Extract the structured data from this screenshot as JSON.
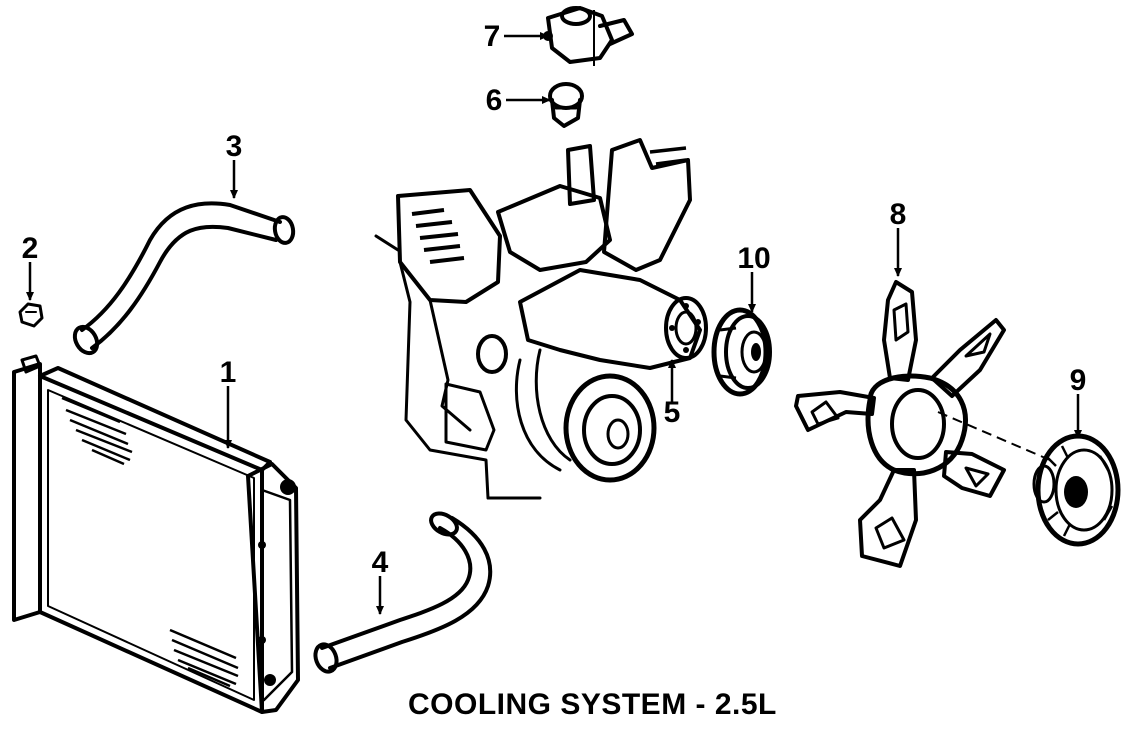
{
  "caption": "COOLING SYSTEM - 2.5L",
  "callouts": {
    "c1": "1",
    "c2": "2",
    "c3": "3",
    "c4": "4",
    "c5": "5",
    "c6": "6",
    "c7": "7",
    "c8": "8",
    "c9": "9",
    "c10": "10"
  }
}
